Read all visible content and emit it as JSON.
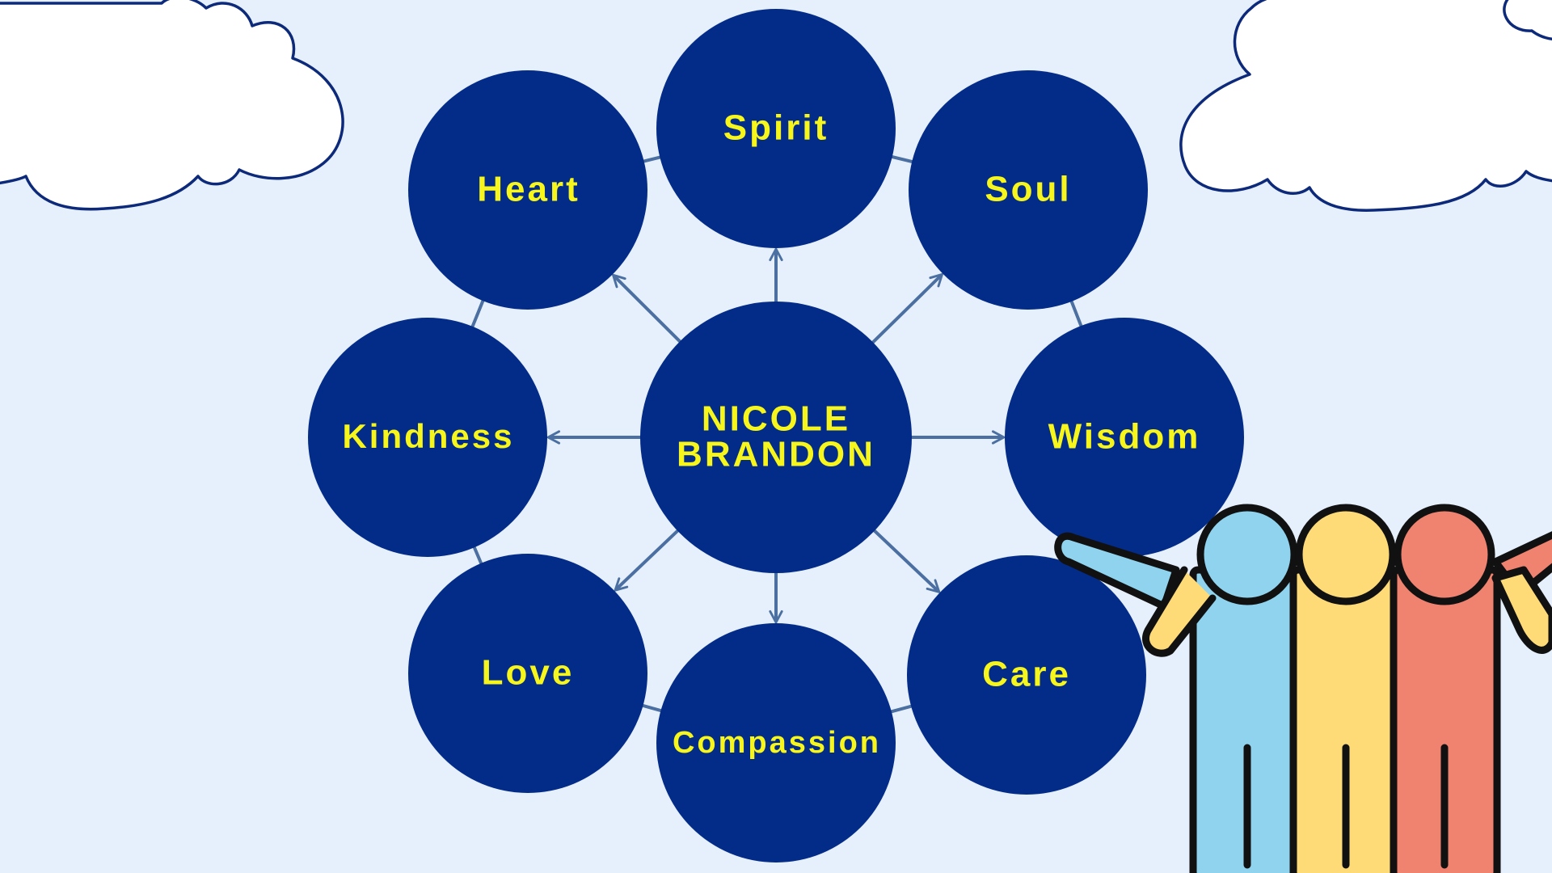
{
  "diagram": {
    "center_line1": "NICOLE",
    "center_line2": "BRANDON",
    "nodes": [
      {
        "id": "spirit",
        "label": "Spirit"
      },
      {
        "id": "soul",
        "label": "Soul"
      },
      {
        "id": "wisdom",
        "label": "Wisdom"
      },
      {
        "id": "care",
        "label": "Care"
      },
      {
        "id": "compassion",
        "label": "Compassion"
      },
      {
        "id": "love",
        "label": "Love"
      },
      {
        "id": "kindness",
        "label": "Kindness"
      },
      {
        "id": "heart",
        "label": "Heart"
      }
    ]
  },
  "colors": {
    "background": "#e6f0fc",
    "circle": "#032b88",
    "text": "#f6f61c",
    "connector": "#4a6fa0",
    "cloud_fill": "#ffffff",
    "cloud_stroke": "#0d2a7a",
    "person_blue": "#8fd3ee",
    "person_yellow": "#ffdb78",
    "person_red": "#f08270",
    "outline": "#111111"
  },
  "icons": {
    "left_cloud": "cloud-icon",
    "right_cloud": "cloud-icon",
    "people": "group-of-people-icon"
  }
}
